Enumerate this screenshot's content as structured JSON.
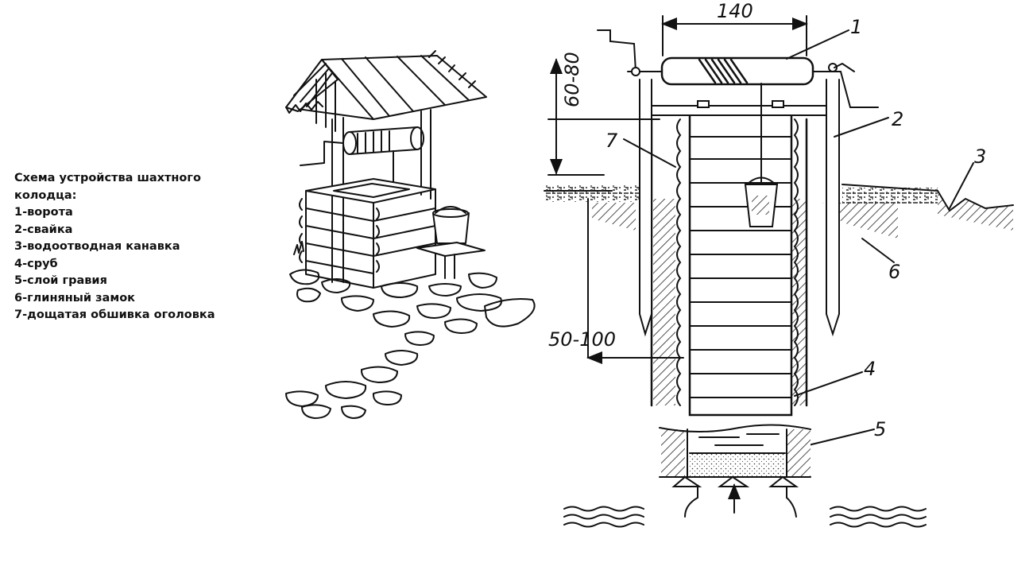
{
  "legend": {
    "title_line1": "Схема устройства шахтного",
    "title_line2": "колодца:",
    "items": [
      "1-ворота",
      "2-свайка",
      "3-водоотводная канавка",
      "4-сруб",
      "5-слой гравия",
      "6-глиняный замок",
      "7-дощатая обшивка оголовка"
    ]
  },
  "dimensions": {
    "width_top": "140",
    "height_above_ground": "60-80",
    "depth_lock": "50-100"
  },
  "callouts": [
    "1",
    "2",
    "3",
    "4",
    "5",
    "6",
    "7"
  ]
}
